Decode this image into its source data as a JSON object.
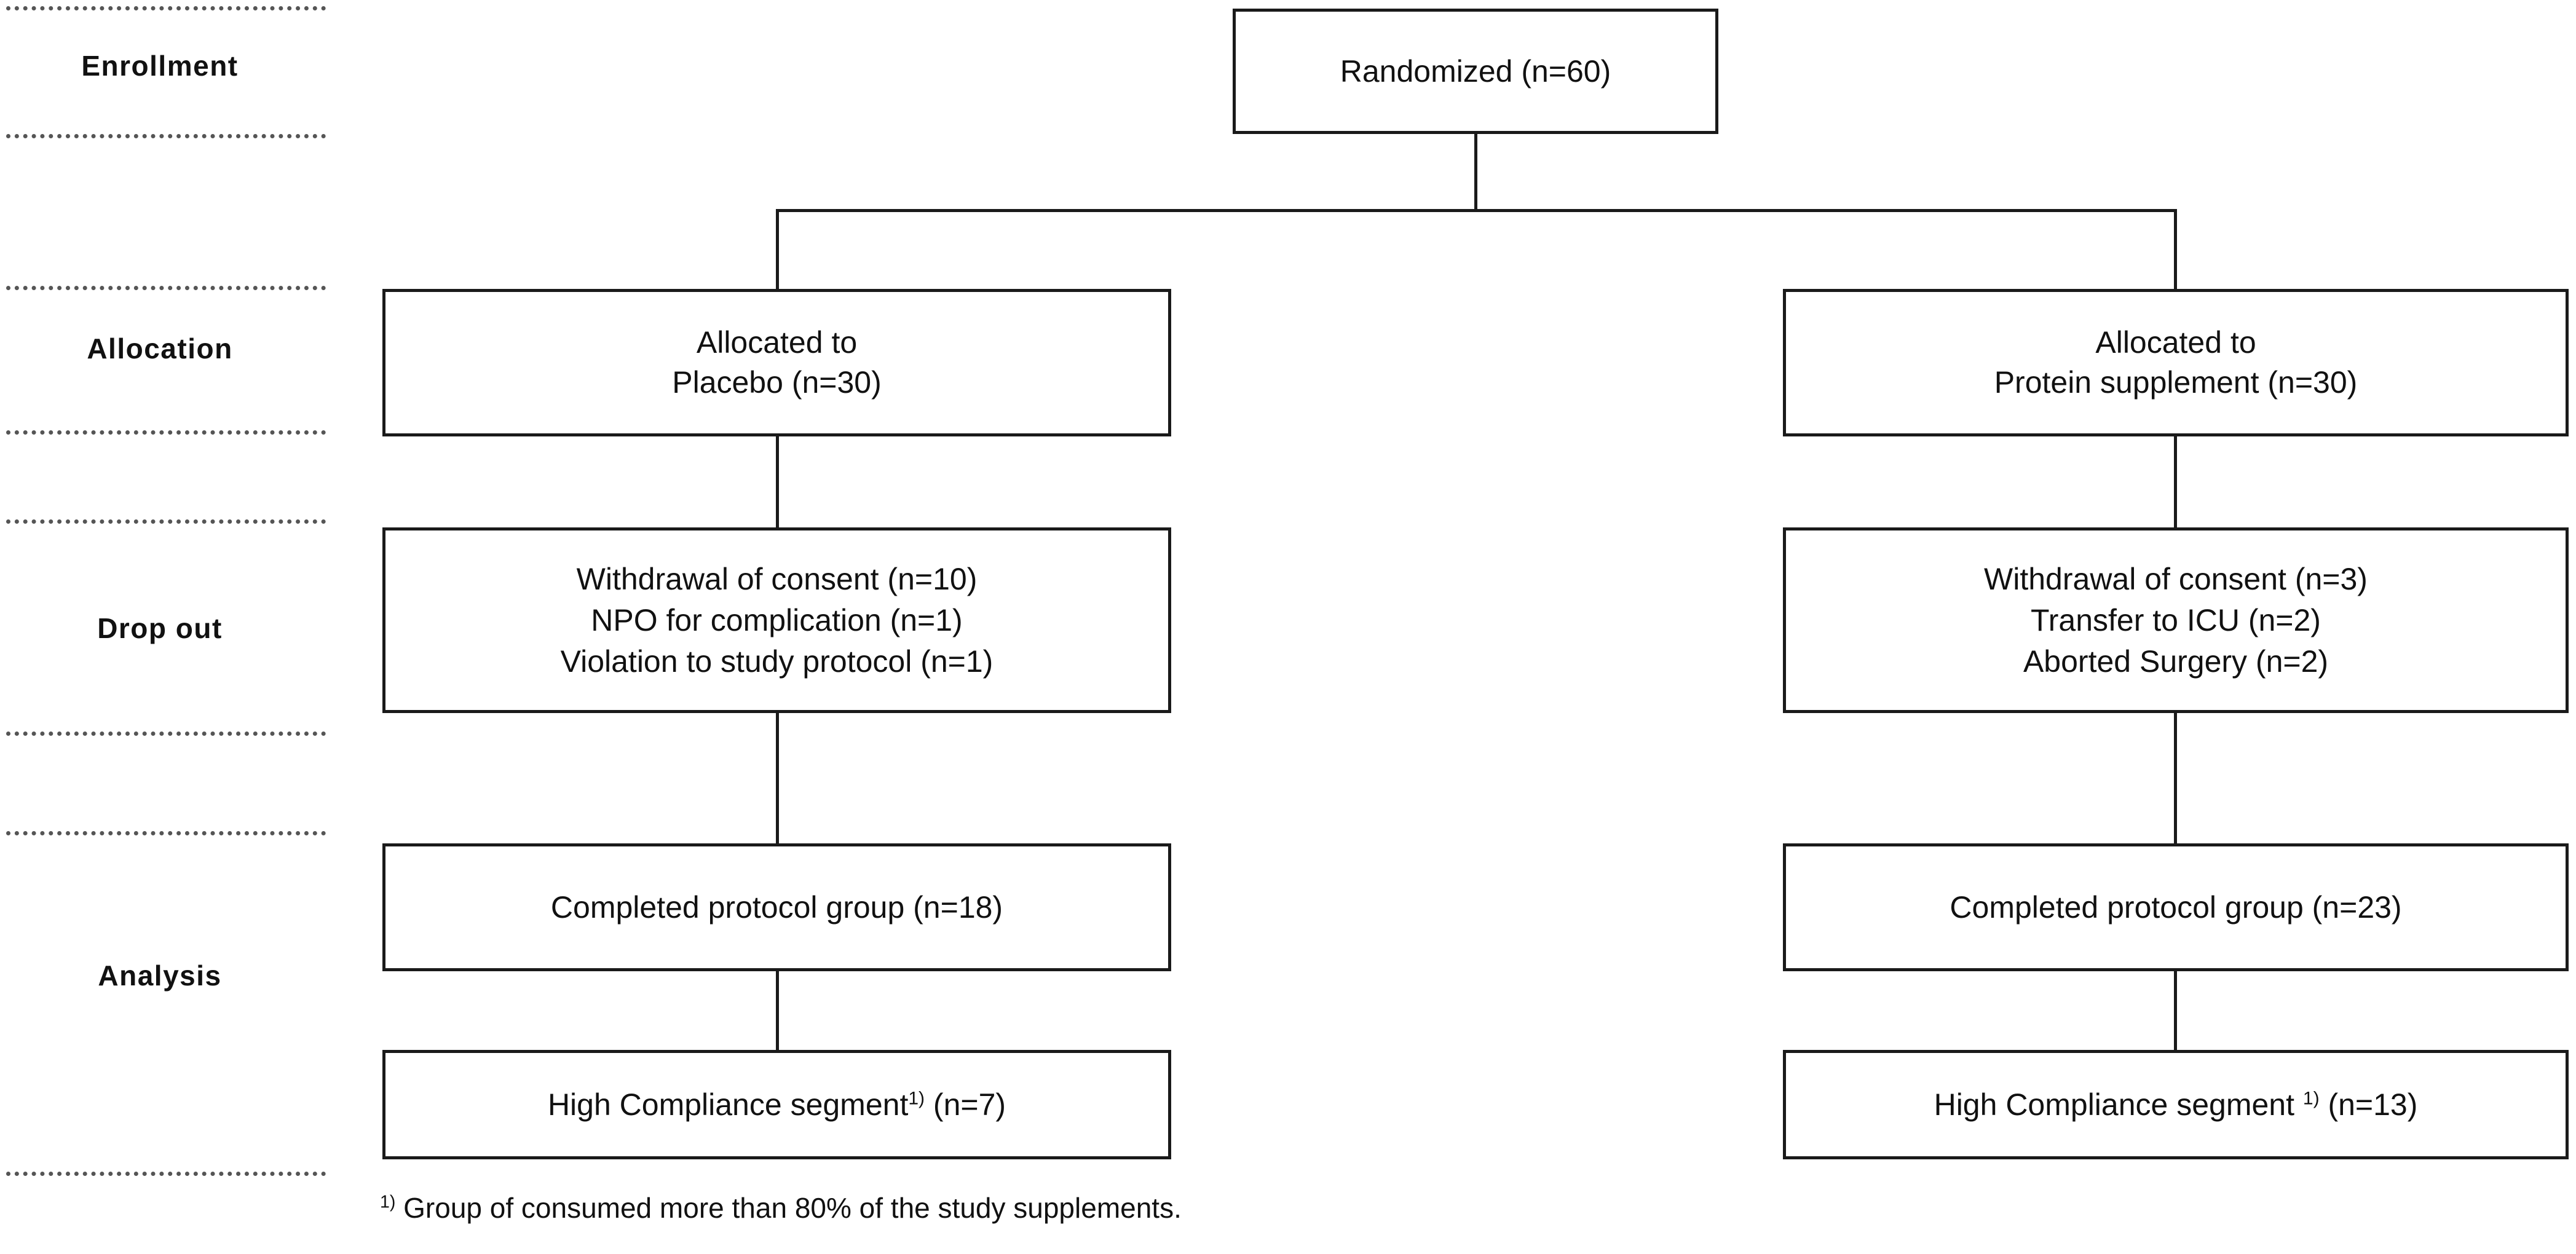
{
  "diagram": {
    "type": "consort-flow-diagram",
    "stages": [
      {
        "id": "enrollment",
        "label": "Enrollment"
      },
      {
        "id": "allocation",
        "label": "Allocation"
      },
      {
        "id": "dropout",
        "label": "Drop out"
      },
      {
        "id": "analysis",
        "label": "Analysis"
      }
    ],
    "nodes": {
      "randomized": {
        "lines": [
          "Randomized (n=60)"
        ]
      },
      "alloc_left": {
        "lines": [
          "Allocated to",
          "Placebo (n=30)"
        ]
      },
      "alloc_right": {
        "lines": [
          "Allocated to",
          "Protein supplement (n=30)"
        ]
      },
      "dropout_left": {
        "lines": [
          "Withdrawal of consent (n=10)",
          "NPO for complication (n=1)",
          "Violation to study protocol (n=1)"
        ]
      },
      "dropout_right": {
        "lines": [
          "Withdrawal of consent (n=3)",
          "Transfer to ICU (n=2)",
          "Aborted Surgery (n=2)"
        ]
      },
      "completed_left": {
        "lines": [
          "Completed protocol group (n=18)"
        ]
      },
      "completed_right": {
        "lines": [
          "Completed protocol group (n=23)"
        ]
      },
      "compliance_left": {
        "prefix": "High Compliance segment",
        "marker": "1)",
        "suffix": " (n=7)"
      },
      "compliance_right": {
        "prefix": "High Compliance segment ",
        "marker": "1)",
        "suffix": " (n=13)"
      }
    },
    "footnote": {
      "marker": "1)",
      "text": " Group of consumed more than 80% of the study supplements."
    },
    "colors": {
      "border": "#1a1a1a",
      "text": "#111111",
      "rule": "#555555",
      "background": "#ffffff"
    }
  }
}
